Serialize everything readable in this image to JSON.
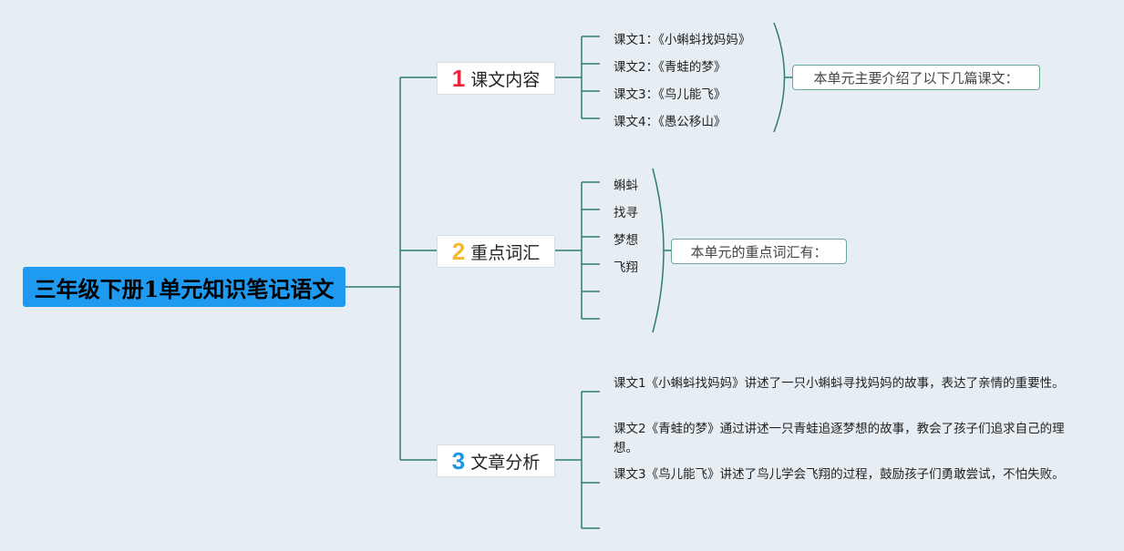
{
  "root": {
    "title": "三年级下册1单元知识笔记语文"
  },
  "topics": [
    {
      "number": "1",
      "number_color": "#e8253c",
      "label": "课文内容"
    },
    {
      "number": "2",
      "number_color": "#f6b62e",
      "label": "重点词汇"
    },
    {
      "number": "3",
      "number_color": "#1e98e4",
      "label": "文章分析"
    }
  ],
  "lessons": [
    "课文1：《小蝌蚪找妈妈》",
    "课文2：《青蛙的梦》",
    "课文3：《鸟儿能飞》",
    "课文4：《愚公移山》"
  ],
  "vocab": [
    "蝌蚪",
    "找寻",
    "梦想",
    "飞翔",
    "",
    ""
  ],
  "analysis": [
    "课文1《小蝌蚪找妈妈》讲述了一只小蝌蚪寻找妈妈的故事，表达了亲情的重要性。",
    "课文2《青蛙的梦》通过讲述一只青蛙追逐梦想的故事，教会了孩子们追求自己的理想。",
    "课文3《鸟儿能飞》讲述了鸟儿学会飞翔的过程，鼓励孩子们勇敢尝试，不怕失败。",
    ""
  ],
  "summaries": {
    "lessons": "本单元主要介绍了以下几篇课文：",
    "vocab": "本单元的重点词汇有："
  },
  "colors": {
    "connector": "#2e7d6b",
    "root_fill": "#1e9bf0",
    "background": "#e7eef3"
  }
}
